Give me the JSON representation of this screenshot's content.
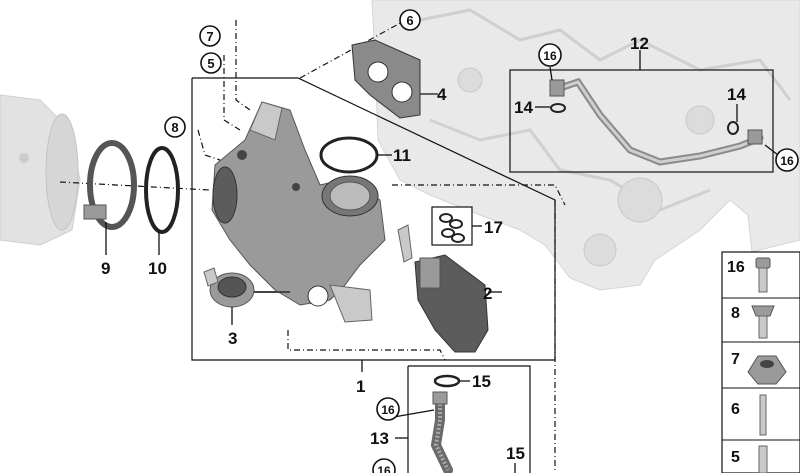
{
  "callouts": {
    "c1": "1",
    "c2": "2",
    "c3": "3",
    "c4": "4",
    "c5": "5",
    "c6": "6",
    "c7": "7",
    "c8": "8",
    "c9": "9",
    "c10": "10",
    "c11": "11",
    "c12": "12",
    "c13": "13",
    "c14a": "14",
    "c14b": "14",
    "c15a": "15",
    "c15b": "15",
    "c16a": "16",
    "c16b": "16",
    "c16c": "16",
    "c16d": "16",
    "c17": "17"
  },
  "side_panel": {
    "items": [
      "16",
      "8",
      "7",
      "6",
      "5"
    ]
  },
  "colors": {
    "line": "#111111",
    "part": "#9a9a9a",
    "engine": "#e9e9e9"
  }
}
